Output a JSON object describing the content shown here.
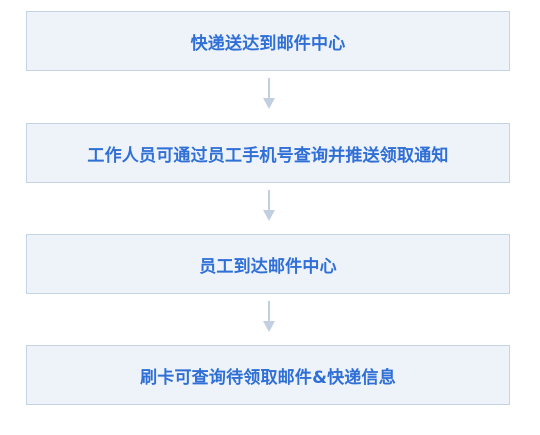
{
  "flowchart": {
    "steps": [
      {
        "label": "快递送达到邮件中心"
      },
      {
        "label": "工作人员可通过员工手机号查询并推送领取通知"
      },
      {
        "label": "员工到达邮件中心"
      },
      {
        "label": "刷卡可查询待领取邮件&快递信息"
      }
    ],
    "colors": {
      "box_fill": "#eef3fa",
      "box_border": "#c5d3e6",
      "text": "#2f6fd6",
      "arrow": "#c2cfe0"
    }
  }
}
